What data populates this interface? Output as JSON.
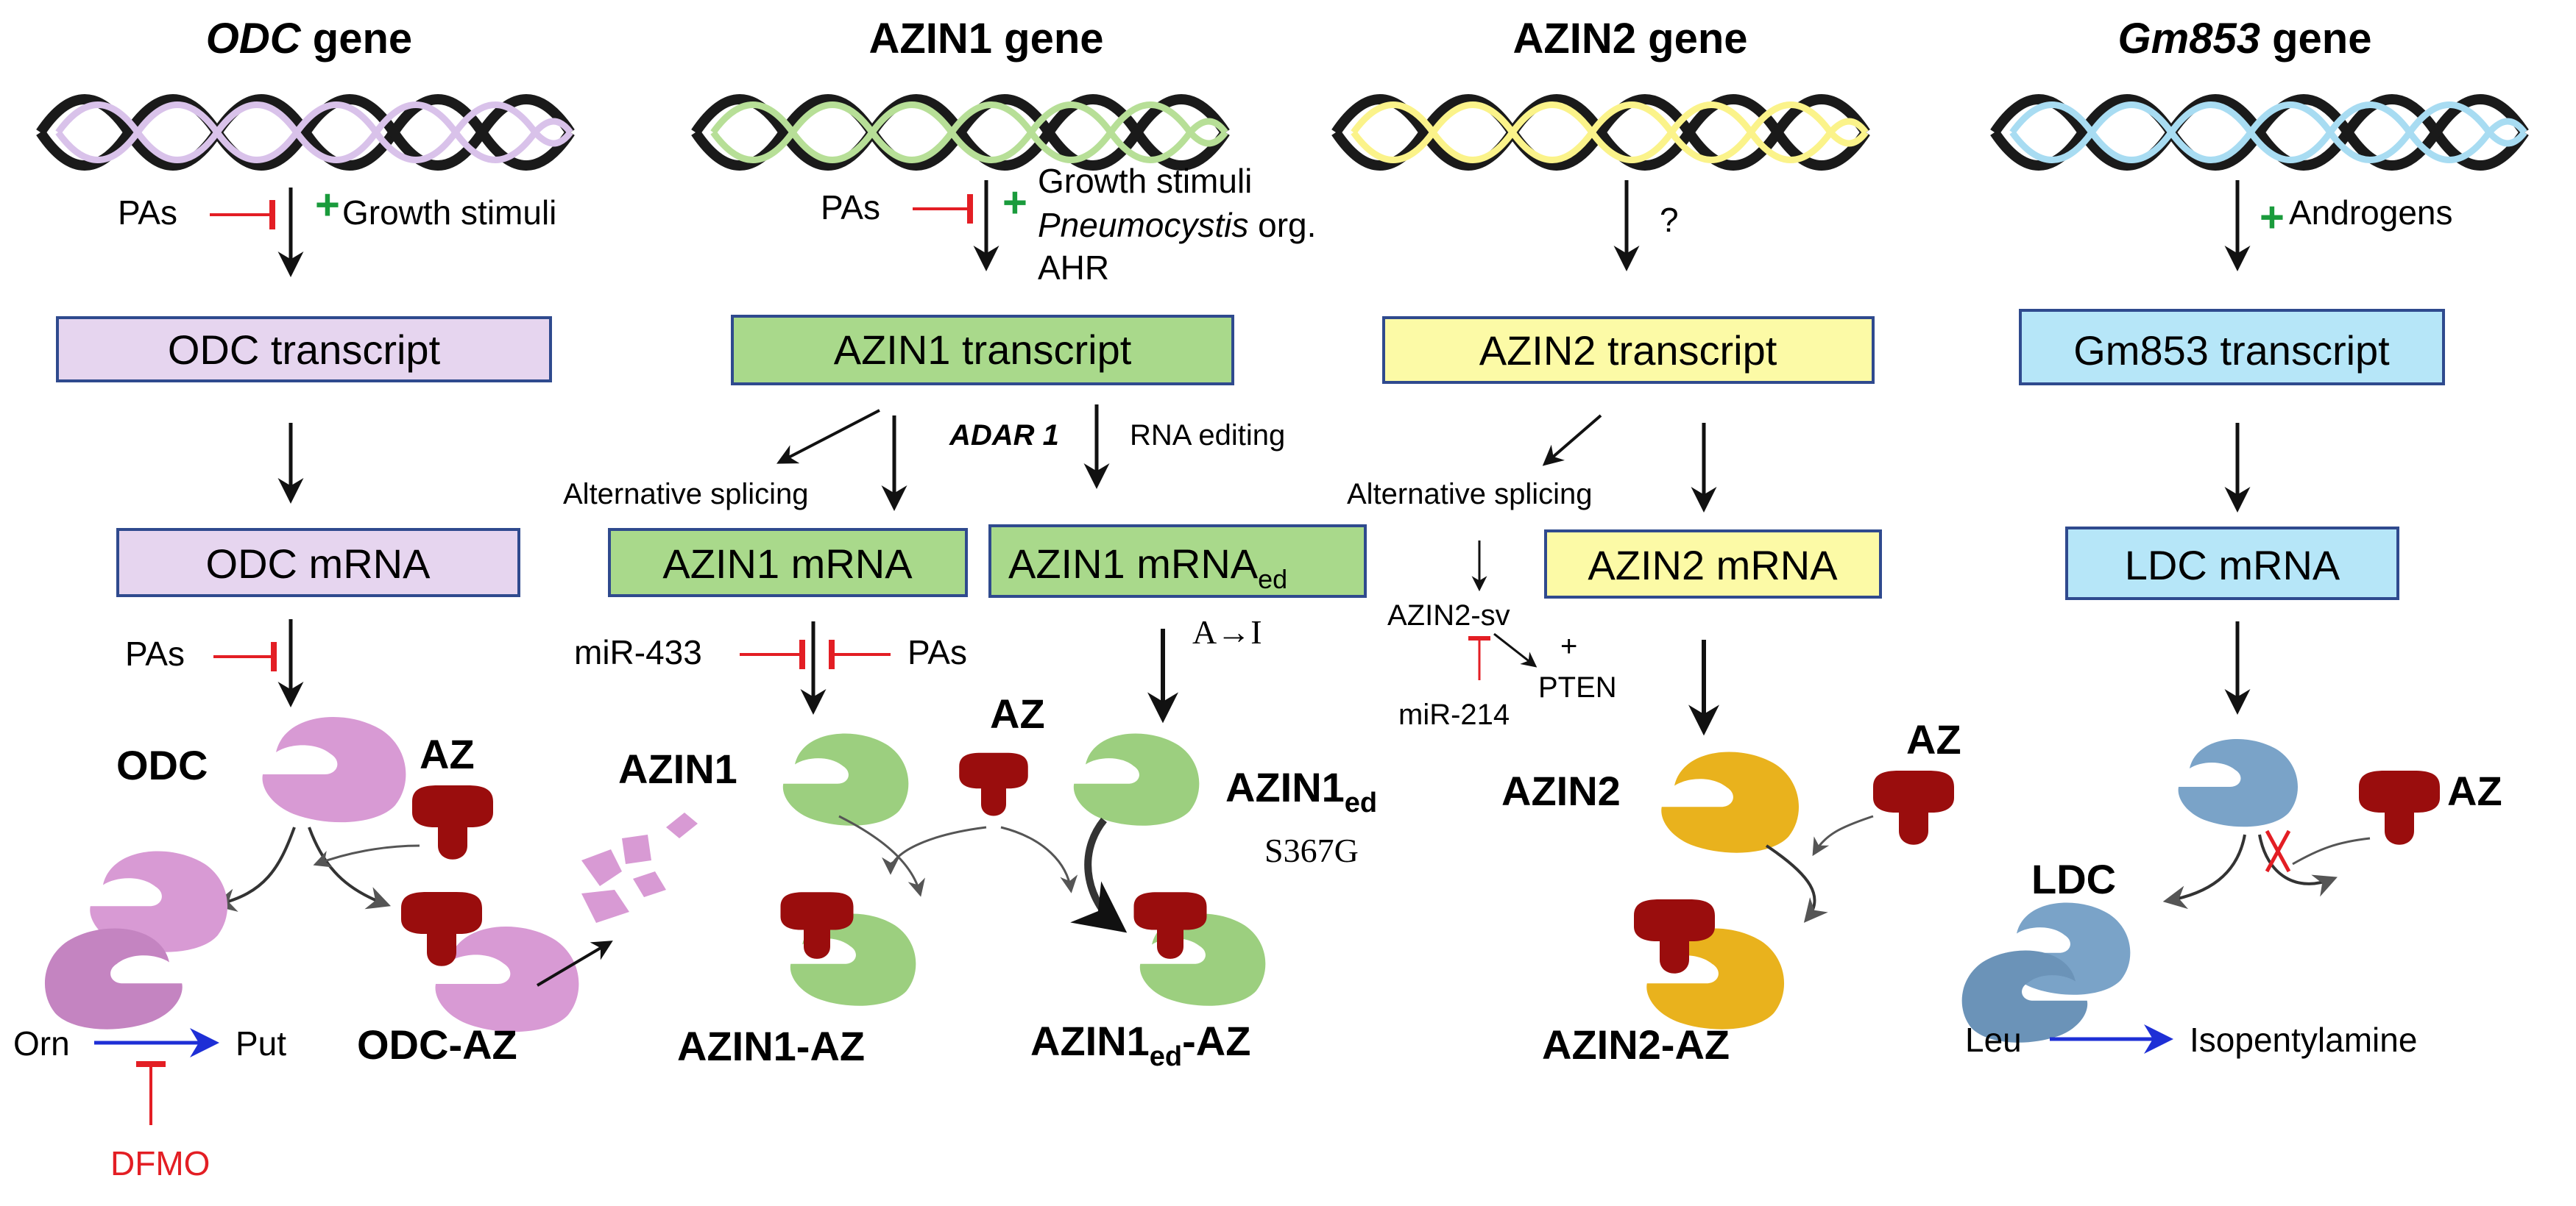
{
  "columns": {
    "odc": {
      "gene_title_italic": "ODC",
      "gene_title_rest": " gene",
      "pas": "PAs",
      "plus": "+",
      "stimuli": "Growth stimuli",
      "transcript": "ODC transcript",
      "mrna": "ODC mRNA",
      "pas2": "PAs",
      "protein": "ODC",
      "az": "AZ",
      "complex": "ODC-AZ",
      "orn": "Orn",
      "put": "Put",
      "dfmo": "DFMO"
    },
    "azin1": {
      "gene_title": "AZIN1 gene",
      "pas": "PAs",
      "plus": "+",
      "stimuli_1": "Growth stimuli",
      "stimuli_2_italic": "Pneumocystis",
      "stimuli_2_rest": " org.",
      "stimuli_3": "AHR",
      "transcript": "AZIN1 transcript",
      "adar": "ADAR 1",
      "rna_editing": "RNA editing",
      "alt_splicing": "Alternative splicing",
      "mrna": "AZIN1 mRNA",
      "mrna_ed_main": "AZIN1 mRNA",
      "mrna_ed_sub": "ed",
      "a_to_i": "A→I",
      "mir": "miR-433",
      "pas2": "PAs",
      "protein": "AZIN1",
      "az": "AZ",
      "protein_ed_main": "AZIN1",
      "protein_ed_sub": "ed",
      "mutation": "S367G",
      "complex": "AZIN1-AZ",
      "complex_ed_main": "AZIN1",
      "complex_ed_sub": "ed",
      "complex_ed_rest": "-AZ"
    },
    "azin2": {
      "gene_title": "AZIN2 gene",
      "question": "?",
      "transcript": "AZIN2 transcript",
      "alt_splicing": "Alternative splicing",
      "mrna": "AZIN2 mRNA",
      "sv": "AZIN2-sv",
      "plus": "+",
      "pten": "PTEN",
      "mir": "miR-214",
      "protein": "AZIN2",
      "az": "AZ",
      "complex": "AZIN2-AZ"
    },
    "gm853": {
      "gene_title_italic": "Gm853",
      "gene_title_rest": " gene",
      "plus": "+",
      "stimuli": "Androgens",
      "transcript": "Gm853 transcript",
      "mrna": "LDC mRNA",
      "az": "AZ",
      "protein": "LDC",
      "leu": "Leu",
      "product": "Isopentylamine"
    }
  },
  "colors": {
    "odc": "#e6d5ef",
    "odc_protein": "#d89ad4",
    "azin1": "#a9d98b",
    "azin1_protein": "#9ccf7f",
    "azin2": "#fcfaa6",
    "azin2_protein": "#e9b21d",
    "gm853": "#b6e6f8",
    "ldc_protein": "#7aa3c8",
    "az": "#9a0d0d",
    "inhibit": "#e31e24",
    "activate": "#1a9b3c",
    "reaction": "#1e2fd6",
    "box_border": "#2f4a8e"
  }
}
